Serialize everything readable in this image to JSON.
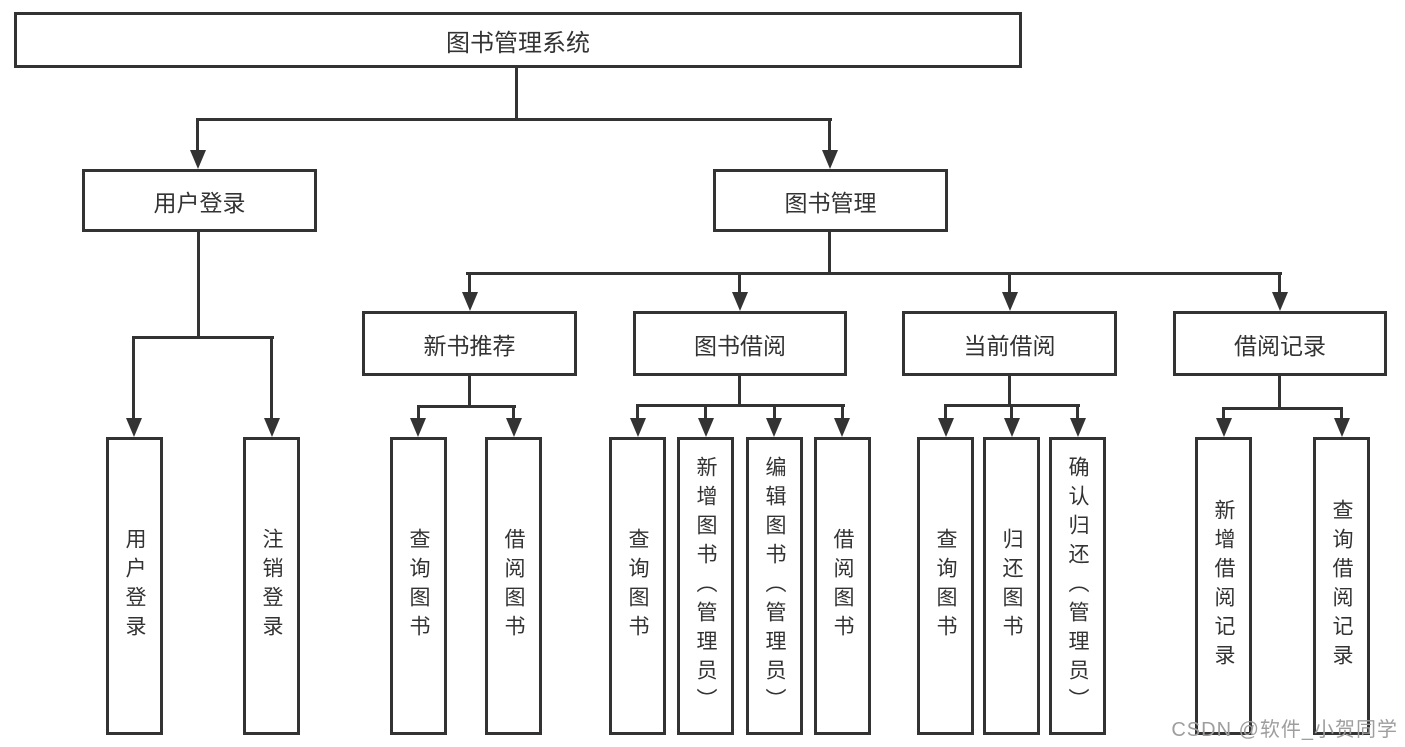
{
  "tree": {
    "label": "图书管理系统",
    "children": [
      {
        "label": "用户登录",
        "children": [
          {
            "label": "用户登录"
          },
          {
            "label": "注销登录"
          }
        ]
      },
      {
        "label": "图书管理",
        "children": [
          {
            "label": "新书推荐",
            "children": [
              {
                "label": "查询图书"
              },
              {
                "label": "借阅图书"
              }
            ]
          },
          {
            "label": "图书借阅",
            "children": [
              {
                "label": "查询图书"
              },
              {
                "label": "新增图书（管理员）"
              },
              {
                "label": "编辑图书（管理员）"
              },
              {
                "label": "借阅图书"
              }
            ]
          },
          {
            "label": "当前借阅",
            "children": [
              {
                "label": "查询图书"
              },
              {
                "label": "归还图书"
              },
              {
                "label": "确认归还（管理员）"
              }
            ]
          },
          {
            "label": "借阅记录",
            "children": [
              {
                "label": "新增借阅记录"
              },
              {
                "label": "查询借阅记录"
              }
            ]
          }
        ]
      }
    ]
  },
  "watermark": {
    "text": "CSDN @软件_小贺同学"
  },
  "colors": {
    "line": "#333333",
    "text": "#333333",
    "watermark": "#9e9e9e",
    "background": "#ffffff"
  }
}
